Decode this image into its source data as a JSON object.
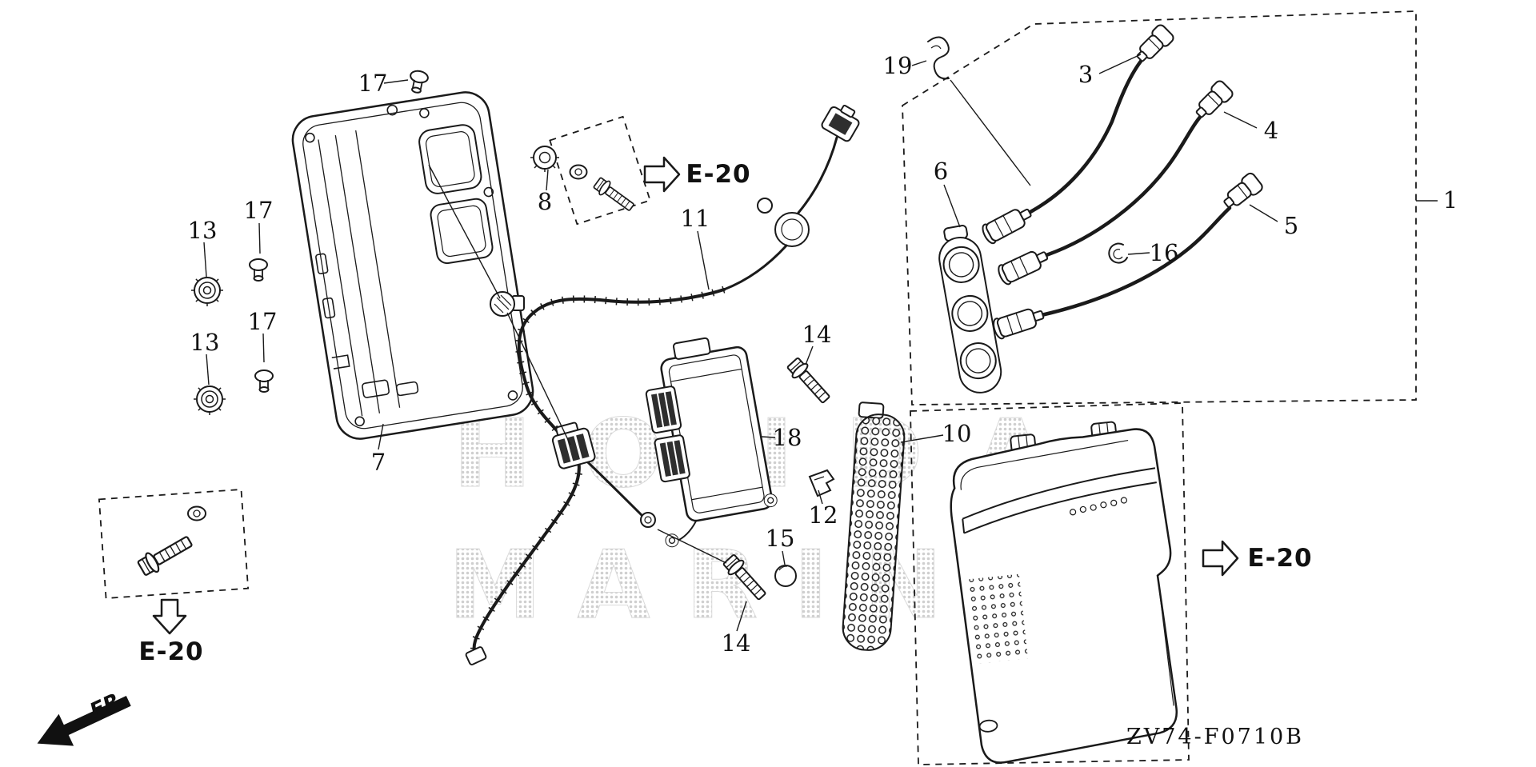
{
  "diagram": {
    "code": "ZV74-F0710B",
    "fr_label": "FR.",
    "e20": "E-20",
    "watermark": {
      "line1": "HONDA",
      "line2": "MARINE"
    },
    "callouts": {
      "c1": "1",
      "c3": "3",
      "c4": "4",
      "c5": "5",
      "c6": "6",
      "c7": "7",
      "c8": "8",
      "c10": "10",
      "c11": "11",
      "c12": "12",
      "c13a": "13",
      "c13b": "13",
      "c14a": "14",
      "c14b": "14",
      "c15": "15",
      "c16": "16",
      "c17a": "17",
      "c17b": "17",
      "c17c": "17",
      "c18": "18",
      "c19": "19"
    }
  }
}
